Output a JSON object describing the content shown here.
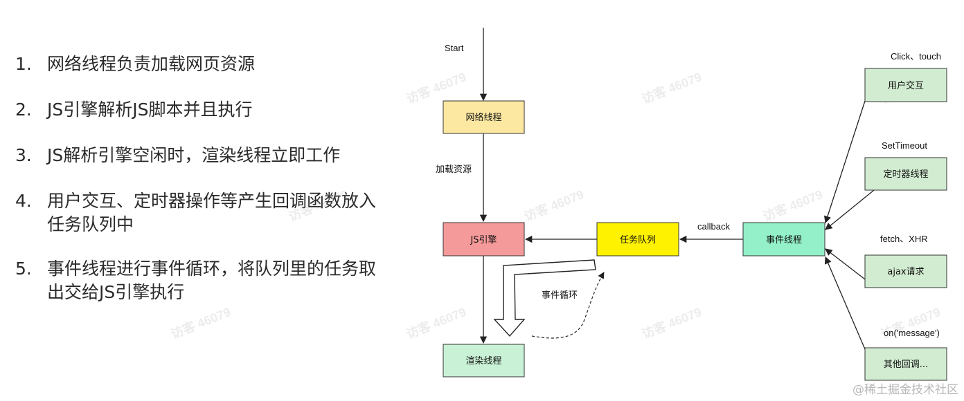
{
  "steps": [
    {
      "num": "1.",
      "text": "网络线程负责加载网页资源"
    },
    {
      "num": "2.",
      "text": "JS引擎解析JS脚本并且执行"
    },
    {
      "num": "3.",
      "text": "JS解析引擎空闲时，渲染线程立即工作"
    },
    {
      "num": "4.",
      "text": "用户交互、定时器操作等产生回调函数放入任务队列中"
    },
    {
      "num": "5.",
      "text": "事件线程进行事件循环，将队列里的任务取出交给JS引擎执行"
    }
  ],
  "diagram": {
    "nodes": {
      "network": "网络线程",
      "js_engine": "JS引擎",
      "render": "渲染线程",
      "task_queue": "任务队列",
      "event_thread": "事件线程",
      "user_interaction": "用户交互",
      "timer_thread": "定时器线程",
      "ajax": "ajax请求",
      "other_callbacks": "其他回调..."
    },
    "annotations": {
      "start": "Start",
      "load_resources": "加载资源",
      "callback": "callback",
      "event_loop": "事件循环",
      "click_touch": "Click、touch",
      "set_timeout": "SetTimeout",
      "fetch_xhr": "fetch、XHR",
      "on_message": "on('message')"
    },
    "colors": {
      "network": "#fde8a2",
      "js_engine": "#f59a9a",
      "render": "#c9f1d6",
      "task_queue": "#fff200",
      "event_thread": "#93f0c8",
      "source": "#d2ecd1"
    }
  },
  "watermark": "访客 46079",
  "footer": "@稀土掘金技术社区"
}
